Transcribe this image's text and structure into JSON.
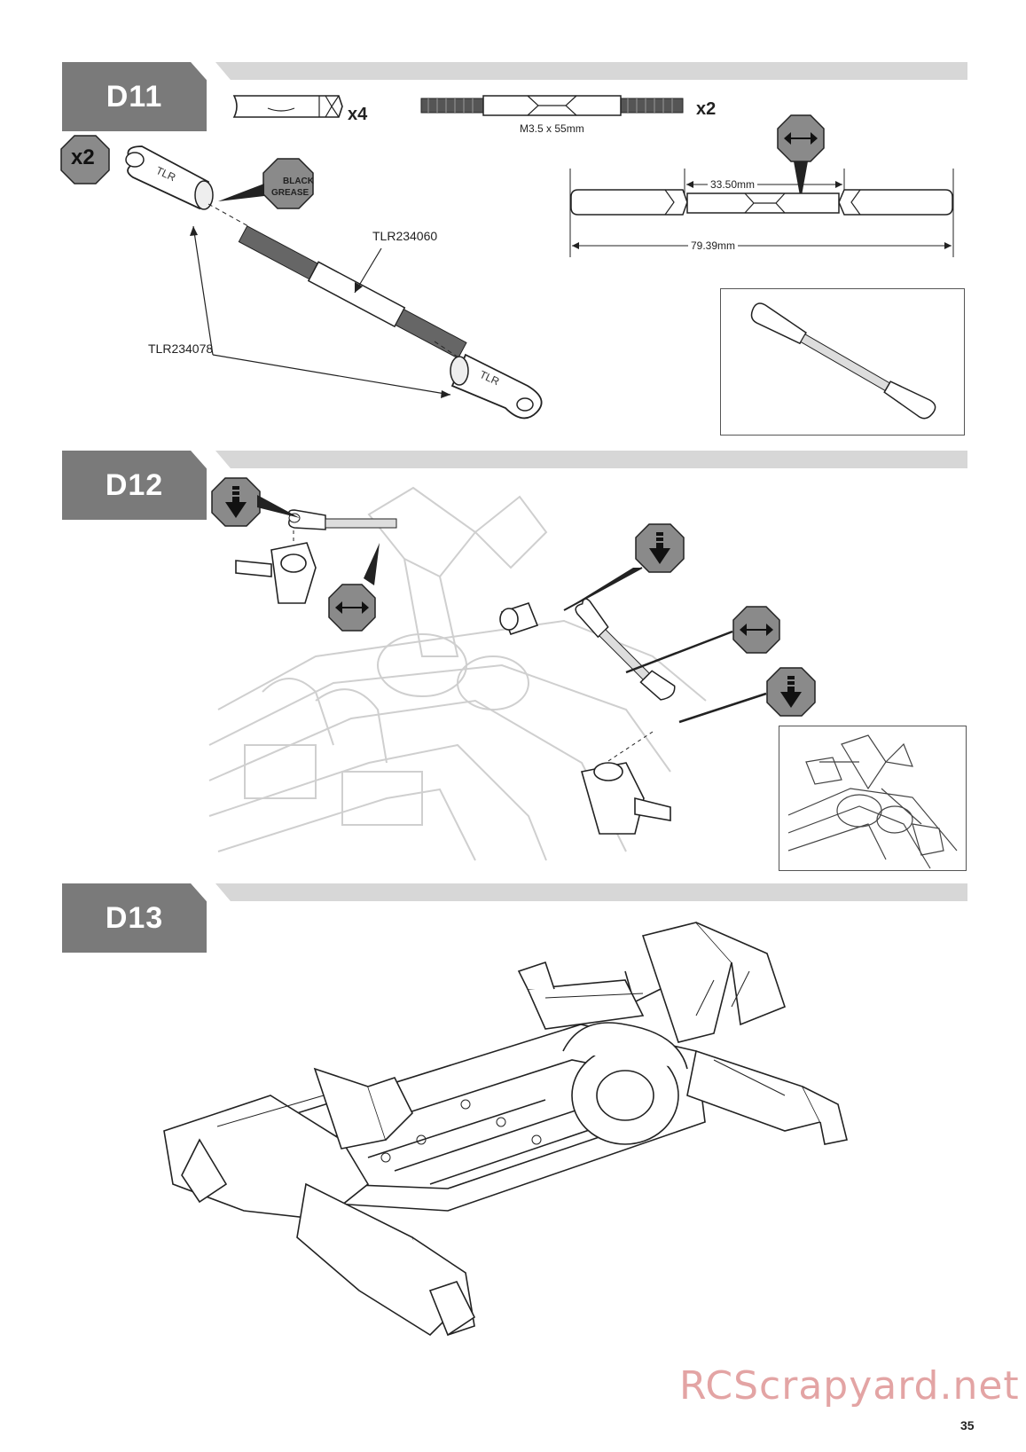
{
  "steps": [
    {
      "id": "D11"
    },
    {
      "id": "D12"
    },
    {
      "id": "D13"
    }
  ],
  "d11": {
    "multiplier": "x2",
    "grease_line1": "BLACK",
    "grease_line2": "GREASE",
    "rodend_qty": "x4",
    "turnbuckle_qty": "x2",
    "turnbuckle_size": "M3.5 x 55mm",
    "part_turnbuckle": "TLR234060",
    "part_rodend": "TLR234078",
    "dim_inner": "33.50mm",
    "dim_outer": "79.39mm"
  },
  "footer": {
    "watermark": "RCScrapyard.net",
    "page_number": "35"
  },
  "icons": [
    "adjust-length-icon",
    "press-down-icon",
    "black-grease-icon",
    "multiplier-icon"
  ]
}
